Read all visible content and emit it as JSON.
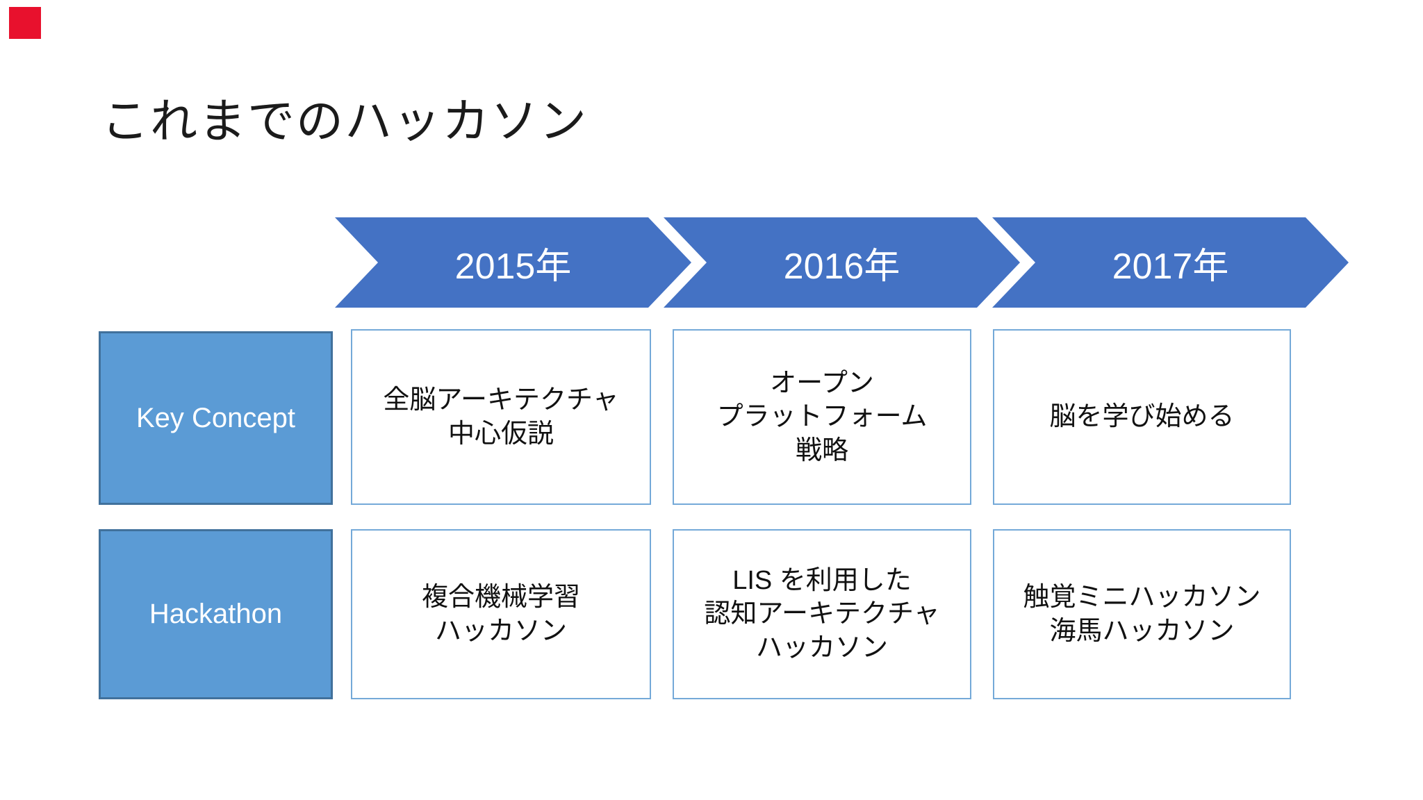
{
  "slide": {
    "title": "これまでのハッカソン",
    "timeline": {
      "years": [
        {
          "label": "2015年"
        },
        {
          "label": "2016年"
        },
        {
          "label": "2017年"
        }
      ]
    },
    "rows": [
      {
        "header": "Key Concept",
        "cells": [
          "全脳アーキテクチャ\n中心仮説",
          "オープン\nプラットフォーム\n戦略",
          "脳を学び始める"
        ]
      },
      {
        "header": "Hackathon",
        "cells": [
          "複合機械学習\nハッカソン",
          "LIS を利用した\n認知アーキテクチャ\nハッカソン",
          "触覚ミニハッカソン\n海馬ハッカソン"
        ]
      }
    ],
    "colors": {
      "chevron_fill": "#4472C4",
      "row_header_fill": "#5B9BD5",
      "row_header_border": "#41719C",
      "cell_border": "#74A9D8",
      "record_square": "#E8112D",
      "year_text": "#FFFFFF",
      "body_text": "#111111"
    }
  }
}
